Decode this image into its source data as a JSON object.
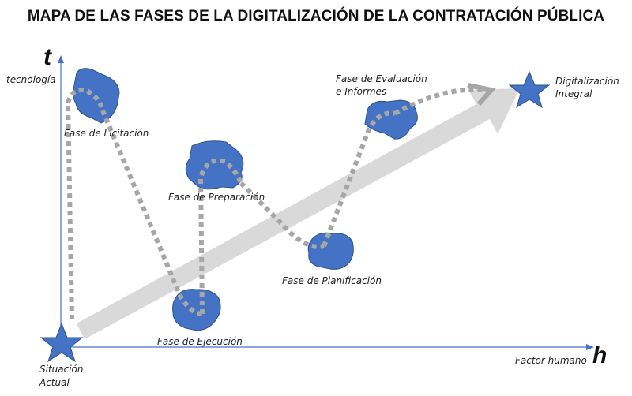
{
  "title": "MAPA DE LAS FASES DE LA DIGITALIZACIÓN DE LA CONTRATACIÓN PÚBLICA",
  "axes": {
    "y_symbol": "t",
    "y_label": "tecnología",
    "x_symbol": "h",
    "x_label": "Factor humano"
  },
  "start": {
    "line1": "Situación",
    "line2": "Actual"
  },
  "goal": {
    "line1": "Digitalización",
    "line2": "Integral"
  },
  "phases": {
    "licitacion": "Fase de Licitación",
    "preparacion": "Fase de Preparación",
    "ejecucion": "Fase de Ejecución",
    "planificacion": "Fase de Planificación",
    "evaluacion_1": "Fase de Evaluación",
    "evaluacion_2": "e Informes"
  },
  "colors": {
    "blob": "#4472C4",
    "blob_stroke": "#2F528F",
    "path": "#A6A6A6",
    "arrow": "#D9D9D9",
    "axis": "#4472C4"
  }
}
